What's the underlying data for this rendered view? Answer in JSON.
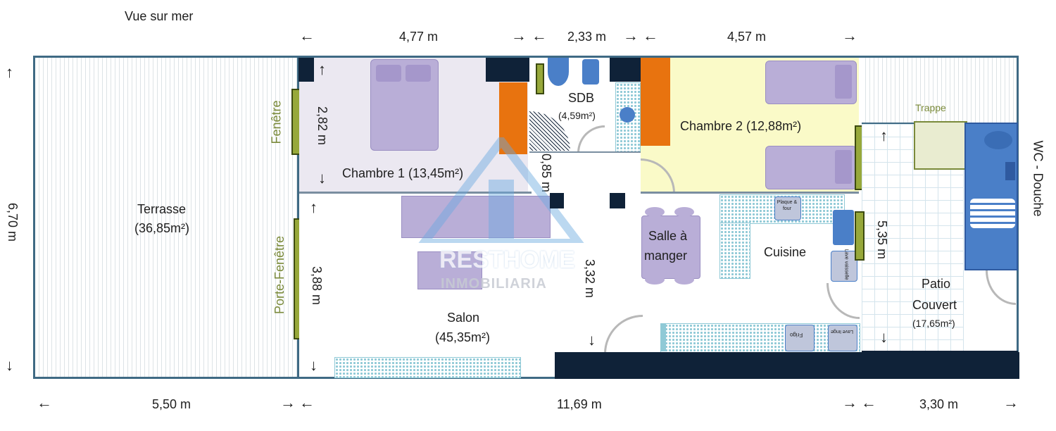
{
  "top_note": "Vue sur mer",
  "dims": {
    "top_1": "4,77 m",
    "top_2": "2,33 m",
    "top_3": "4,57 m",
    "left_total": "6,70 m",
    "bottom_1": "5,50 m",
    "bottom_2": "11,69 m",
    "bottom_3": "3,30 m",
    "ch1_height": "2,82 m",
    "salon_height": "3,88 m",
    "sdb_door": "0,85 m",
    "salle_height": "3,32 m",
    "patio_height": "5,35 m"
  },
  "rooms": {
    "terrasse": {
      "name": "Terrasse",
      "area": "(36,85m²)"
    },
    "chambre1": {
      "name": "Chambre 1 (13,45m²)"
    },
    "sdb": {
      "name": "SDB",
      "area": "(4,59m²)"
    },
    "chambre2": {
      "name": "Chambre 2 (12,88m²)"
    },
    "salon": {
      "name": "Salon",
      "area": "(45,35m²)"
    },
    "salle": {
      "name_line1": "Salle à",
      "name_line2": "manger"
    },
    "cuisine": {
      "name": "Cuisine"
    },
    "patio": {
      "name_line1": "Patio",
      "name_line2": "Couvert",
      "area": "(17,65m²)"
    },
    "wc": {
      "name": "WC - Douche"
    }
  },
  "labels": {
    "fenetre": "Fenêtre",
    "porte_fenetre": "Porte-Fenêtre",
    "trappe": "Trappe",
    "plaque": "Plaque & four",
    "lave_vaisselle": "Lave vaisselle",
    "frigo": "Frigo",
    "lave_linge": "Lave linge"
  },
  "watermark": {
    "line1": "RESTHOME",
    "line2": "INMOBILIARIA"
  },
  "colors": {
    "wall": "#0f2238",
    "chambre2_fill": "#fafac8",
    "ch1_fill": "#ebe8f1",
    "closet": "#e8730f",
    "window": "#97a83a",
    "furniture": "#b9aed7",
    "fixture_blue": "#4a7fc8"
  }
}
